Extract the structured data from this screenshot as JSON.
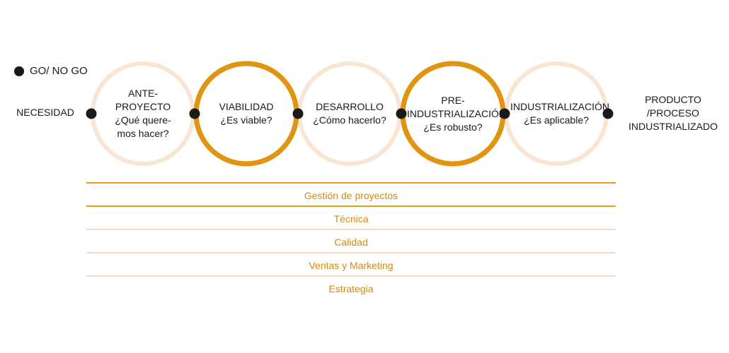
{
  "legend": {
    "label": "GO/ NO GO"
  },
  "start_label": "NECESIDAD",
  "end_label": [
    "PRODUCTO",
    "/PROCESO",
    "INDUSTRIALIZADO"
  ],
  "stages": [
    {
      "title": [
        "ANTE-",
        "PROYECTO"
      ],
      "question": [
        "¿Qué quere-",
        "mos hacer?"
      ],
      "style": "light"
    },
    {
      "title": [
        "VIABILIDAD"
      ],
      "question": [
        "¿Es viable?"
      ],
      "style": "dark"
    },
    {
      "title": [
        "DESARROLLO"
      ],
      "question": [
        "¿Cómo hacerlo?"
      ],
      "style": "light"
    },
    {
      "title": [
        "PRE-",
        "INDUSTRIALIZACIÓN"
      ],
      "question": [
        "¿Es robusto?"
      ],
      "style": "dark"
    },
    {
      "title": [
        "INDUSTRIALIZACIÓN"
      ],
      "question": [
        "¿Es aplicable?"
      ],
      "style": "light"
    }
  ],
  "bands": [
    "Gestión de proyectos",
    "Técnica",
    "Calidad",
    "Ventas y Marketing",
    "Estrategia"
  ],
  "colors": {
    "dark_ring": "#e0940f",
    "light_ring": "#f8e6d2",
    "band_text": "#d58a10",
    "node": "#1a1a1a"
  }
}
